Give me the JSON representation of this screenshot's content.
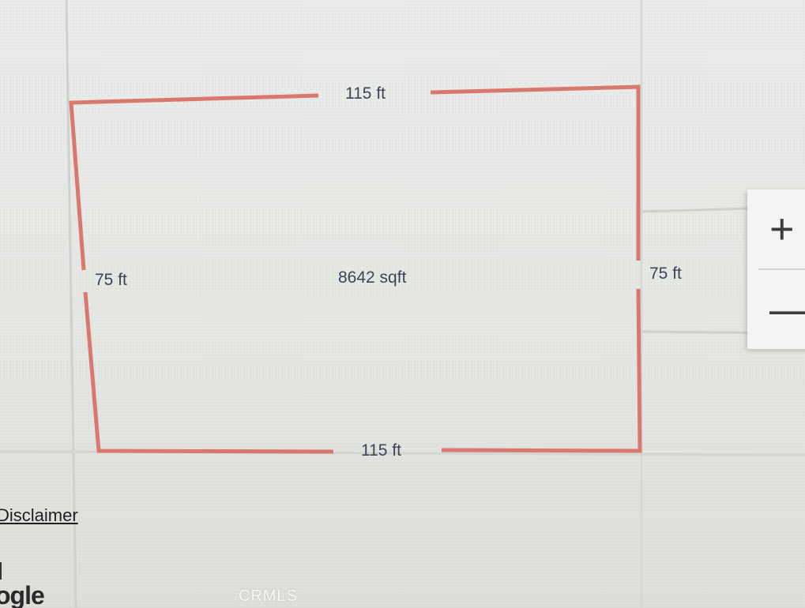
{
  "parcel": {
    "top_length": "115 ft",
    "bottom_length": "115 ft",
    "left_length": "75 ft",
    "right_length": "75 ft",
    "area": "8642 sqft",
    "outline_color": "#d9786f"
  },
  "map_controls": {
    "zoom_in": "+",
    "zoom_out": "—"
  },
  "footer": {
    "disclaimer": "Disclaimer",
    "logo_text": "ogle"
  },
  "watermark": "CRMLS"
}
